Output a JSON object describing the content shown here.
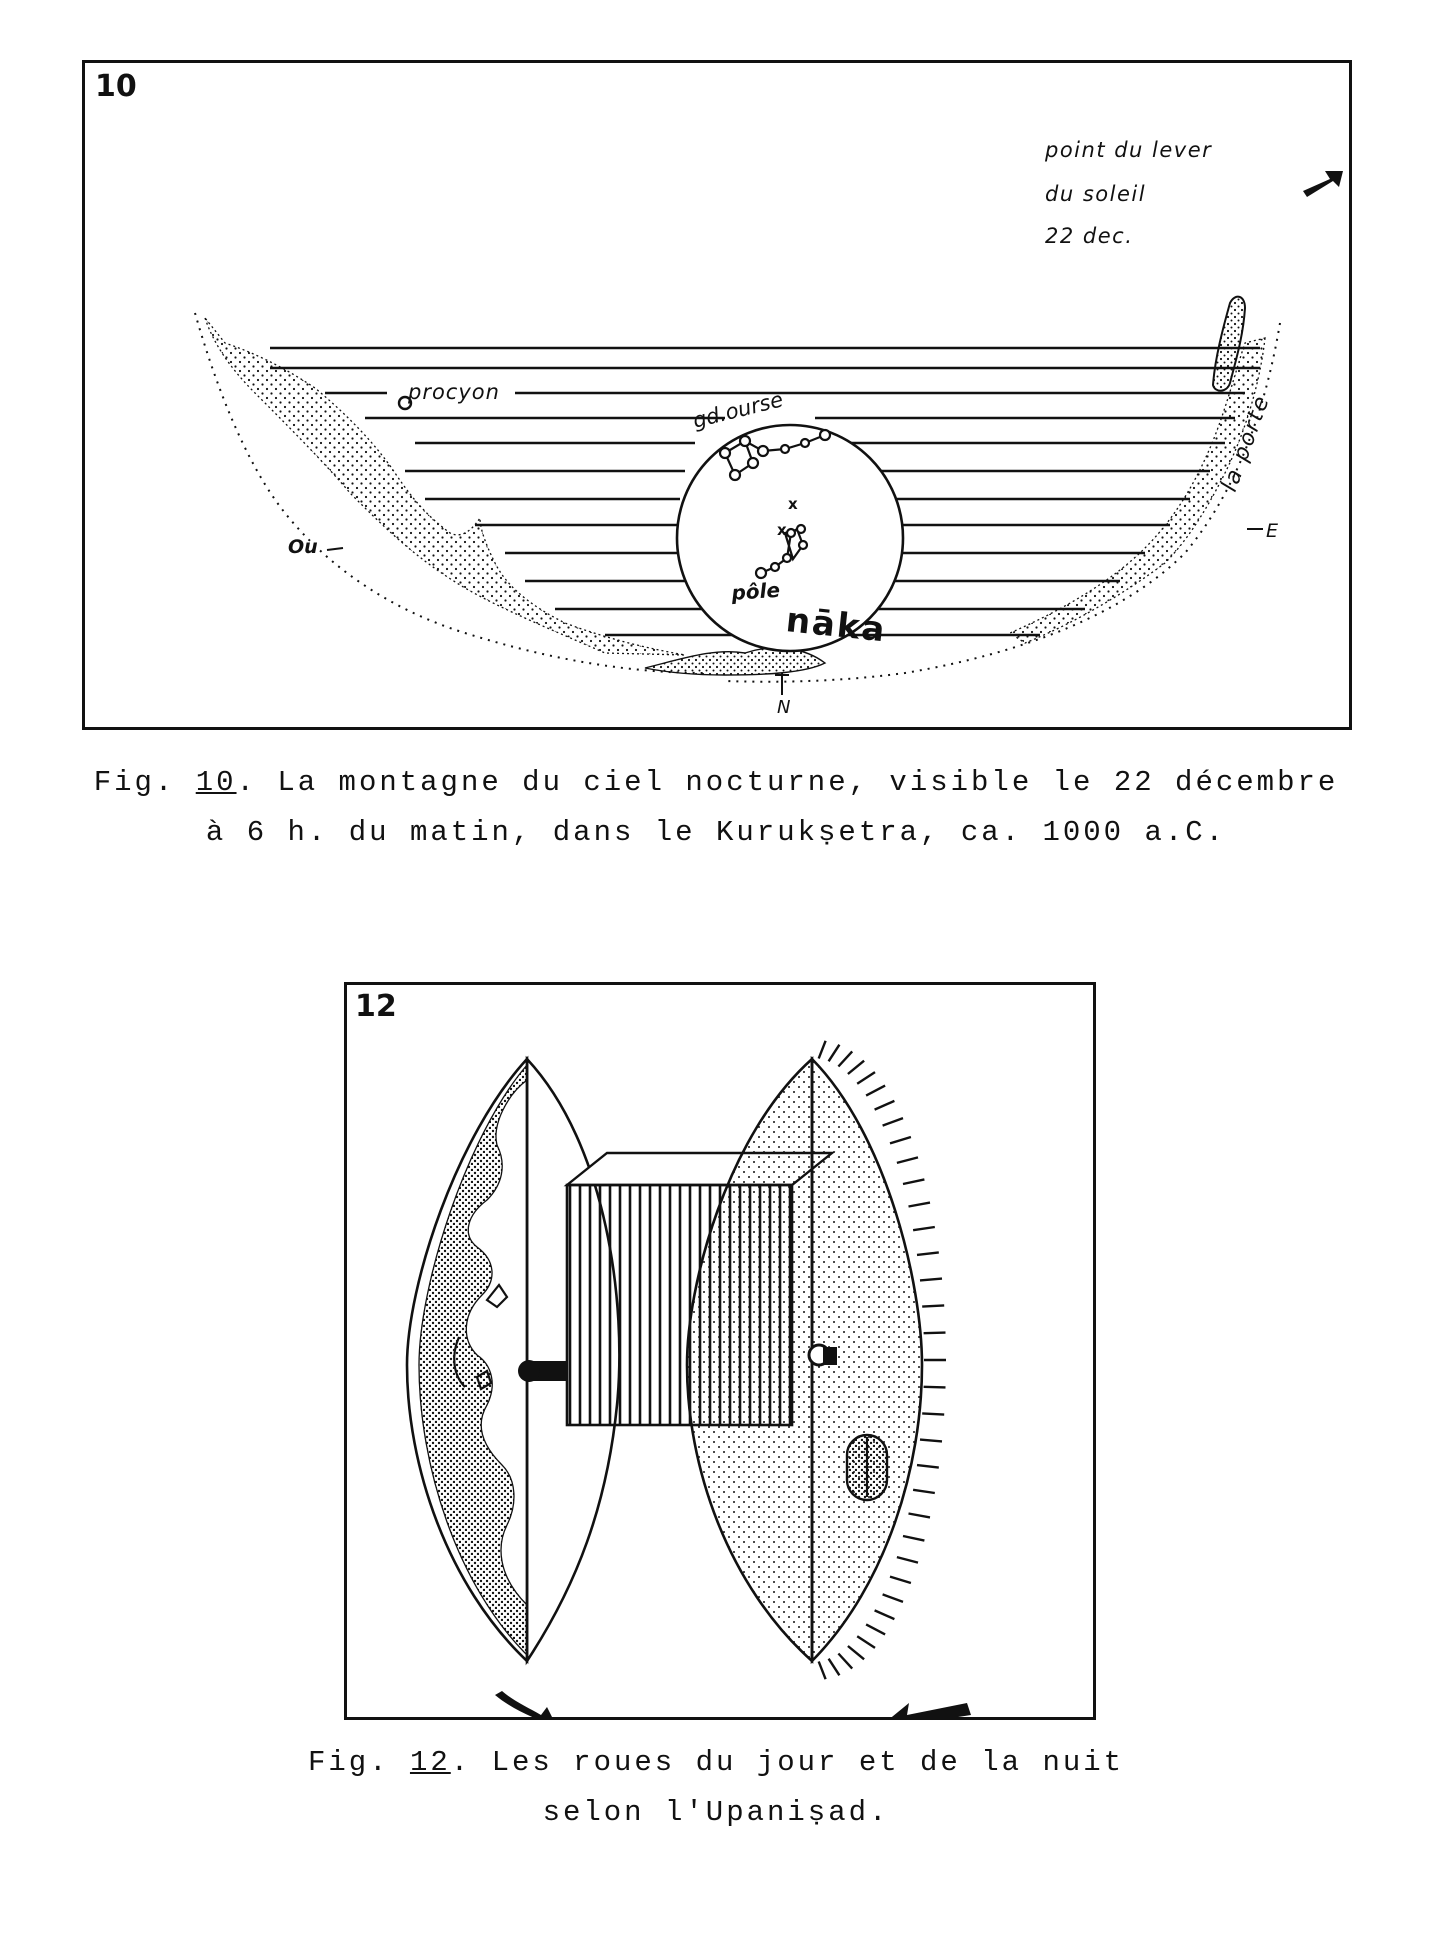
{
  "fig10": {
    "number": "10",
    "labels": {
      "sunrise_1": "point du lever",
      "sunrise_2": "du soleil",
      "sunrise_3": "22 dec.",
      "procyon": "procyon",
      "gd_ourse": "gd.ourse",
      "la_porte": "la porte",
      "ou": "Ou",
      "e": "E",
      "pole": "pôle",
      "naka": "nāka",
      "n": "N"
    },
    "caption": {
      "prefix": "Fig. ",
      "num": "10",
      "line1_rest": ". La montagne du ciel nocturne, visible le 22 décembre",
      "line2": "à 6 h. du matin, dans le Kurukṣetra, ca. 1000 a.C."
    }
  },
  "fig12": {
    "number": "12",
    "caption": {
      "prefix": "Fig. ",
      "num": "12",
      "line1_rest": ". Les roues du jour et de la nuit",
      "line2": "selon l'Upaniṣad."
    }
  },
  "colors": {
    "ink": "#111111",
    "paper": "#ffffff"
  }
}
